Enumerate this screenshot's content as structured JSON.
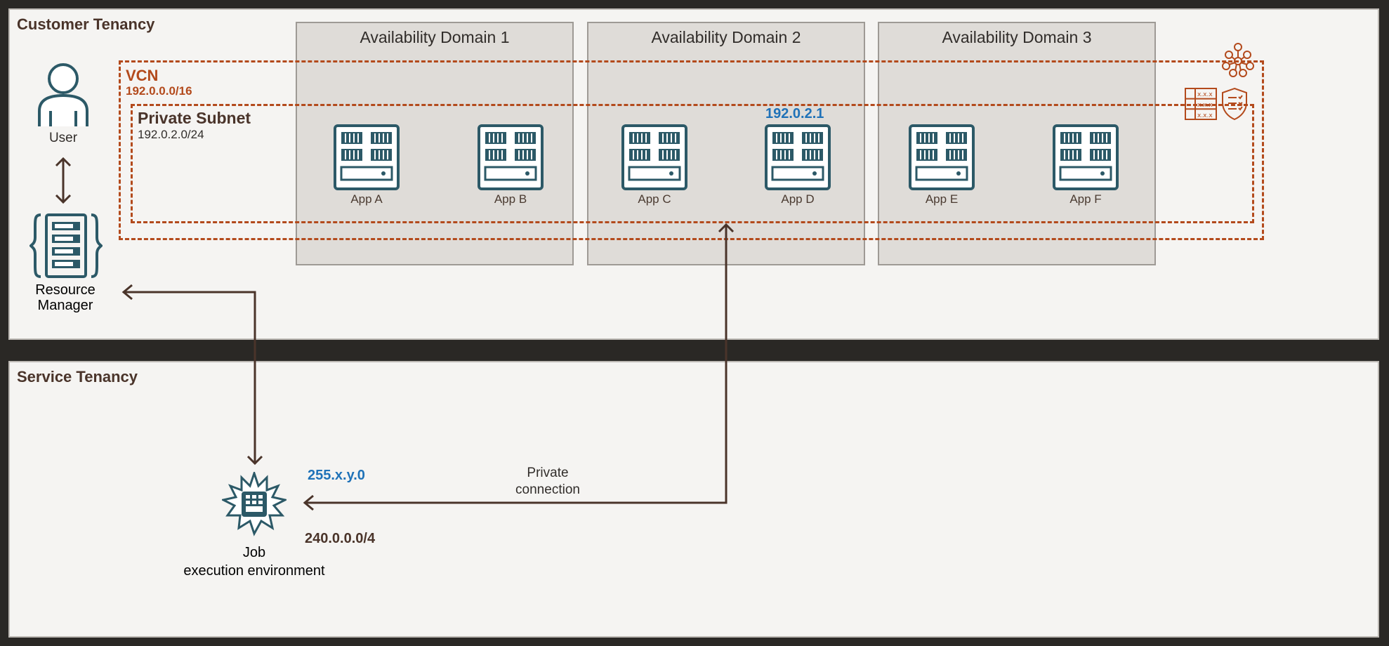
{
  "customer_tenancy": {
    "title": "Customer Tenancy",
    "user_label": "User",
    "resource_manager_label_line1": "Resource",
    "resource_manager_label_line2": "Manager",
    "availability_domains": [
      {
        "title": "Availability Domain 1"
      },
      {
        "title": "Availability Domain 2"
      },
      {
        "title": "Availability Domain 3"
      }
    ],
    "vcn": {
      "label": "VCN",
      "cidr": "192.0.0.0/16"
    },
    "private_subnet": {
      "label": "Private Subnet",
      "cidr": "192.0.2.0/24"
    },
    "private_ip": "192.0.2.1",
    "apps": [
      {
        "label": "App A"
      },
      {
        "label": "App B"
      },
      {
        "label": "App C"
      },
      {
        "label": "App D"
      },
      {
        "label": "App E"
      },
      {
        "label": "App F"
      }
    ]
  },
  "service_tenancy": {
    "title": "Service Tenancy",
    "job_env_label_line1": "Job",
    "job_env_label_line2": "execution environment",
    "ip_range": "255.x.y.0",
    "cidr": "240.0.0.0/4",
    "private_connection_line1": "Private",
    "private_connection_line2": "connection"
  },
  "colors": {
    "vcn_orange": "#b34a1c",
    "icon_teal": "#2c5967",
    "ip_blue": "#1f72b8",
    "arrow_brown": "#4a342a"
  }
}
